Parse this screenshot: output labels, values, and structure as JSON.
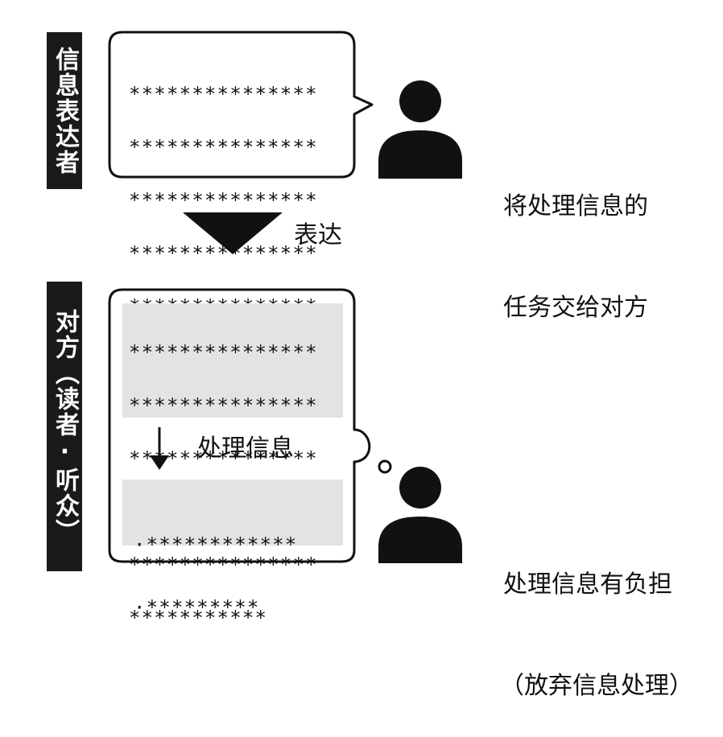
{
  "sender": {
    "tab_label": "信息表达者",
    "message_lines": [
      "***************",
      "***************",
      "***************",
      "***************",
      "***************",
      "***********"
    ],
    "caption_line1": "将处理信息的",
    "caption_line2": "任务交给对方"
  },
  "transition": {
    "label": "表达"
  },
  "receiver": {
    "tab_label": "对方（读者·听众）",
    "received_lines": [
      "***************",
      "***************",
      "***************",
      "***************",
      "***************",
      "***********"
    ],
    "process_label": "处理信息",
    "summary_lines": [
      "·************",
      "·*********"
    ],
    "caption_line1": "处理信息有负担",
    "caption_line2": "（放弃信息处理）"
  },
  "colors": {
    "tab_background": "#1a1a1a",
    "grey_panel": "#e3e3e3",
    "ink": "#111111"
  }
}
